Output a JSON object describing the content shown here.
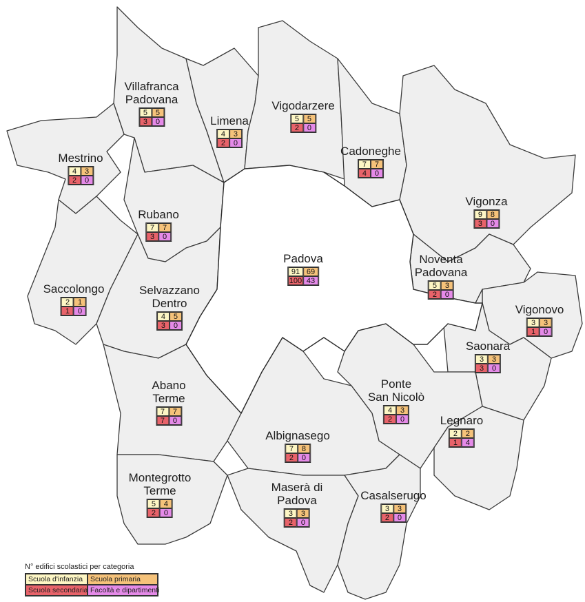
{
  "legend": {
    "title": "N° edifici scolastici per categoria",
    "categories": [
      {
        "key": "inf",
        "label": "Scuola d'infanzia",
        "color": "#fdf6c4"
      },
      {
        "key": "pri",
        "label": "Scuola primaria",
        "color": "#f5c27a"
      },
      {
        "key": "sec",
        "label": "Scuola secondaria",
        "color": "#e8636a"
      },
      {
        "key": "fac",
        "label": "Facoltà e dipartimenti",
        "color": "#e58ae8"
      }
    ]
  },
  "municipalities": [
    {
      "id": "villafranca",
      "name": [
        "Villafranca",
        "Padovana"
      ],
      "inf": "5",
      "pri": "5",
      "sec": "3",
      "fac": "0"
    },
    {
      "id": "limena",
      "name": [
        "Limena"
      ],
      "inf": "4",
      "pri": "3",
      "sec": "2",
      "fac": "0"
    },
    {
      "id": "vigodarzere",
      "name": [
        "Vigodarzere"
      ],
      "inf": "5",
      "pri": "5",
      "sec": "2",
      "fac": "0"
    },
    {
      "id": "cadoneghe",
      "name": [
        "Cadoneghe"
      ],
      "inf": "7",
      "pri": "7",
      "sec": "4",
      "fac": "0"
    },
    {
      "id": "mestrino",
      "name": [
        "Mestrino"
      ],
      "inf": "4",
      "pri": "3",
      "sec": "2",
      "fac": "0"
    },
    {
      "id": "vigonza",
      "name": [
        "Vigonza"
      ],
      "inf": "9",
      "pri": "8",
      "sec": "3",
      "fac": "0"
    },
    {
      "id": "rubano",
      "name": [
        "Rubano"
      ],
      "inf": "7",
      "pri": "7",
      "sec": "3",
      "fac": "0"
    },
    {
      "id": "noventa",
      "name": [
        "Noventa",
        "Padovana"
      ],
      "inf": "5",
      "pri": "3",
      "sec": "2",
      "fac": "0"
    },
    {
      "id": "padova",
      "name": [
        "Padova"
      ],
      "inf": "91",
      "pri": "69",
      "sec": "100",
      "fac": "43"
    },
    {
      "id": "saccolongo",
      "name": [
        "Saccolongo"
      ],
      "inf": "2",
      "pri": "1",
      "sec": "1",
      "fac": "0"
    },
    {
      "id": "selvazzano",
      "name": [
        "Selvazzano",
        "Dentro"
      ],
      "inf": "4",
      "pri": "5",
      "sec": "3",
      "fac": "0"
    },
    {
      "id": "vigonovo",
      "name": [
        "Vigonovo"
      ],
      "inf": "3",
      "pri": "3",
      "sec": "1",
      "fac": "0"
    },
    {
      "id": "saonara",
      "name": [
        "Saonara"
      ],
      "inf": "3",
      "pri": "3",
      "sec": "3",
      "fac": "0"
    },
    {
      "id": "abano",
      "name": [
        "Abano",
        "Terme"
      ],
      "inf": "7",
      "pri": "7",
      "sec": "7",
      "fac": "0"
    },
    {
      "id": "pontesannicolo",
      "name": [
        "Ponte",
        "San Nicolò"
      ],
      "inf": "4",
      "pri": "3",
      "sec": "2",
      "fac": "0"
    },
    {
      "id": "legnaro",
      "name": [
        "Legnaro"
      ],
      "inf": "2",
      "pri": "2",
      "sec": "1",
      "fac": "4"
    },
    {
      "id": "albignasego",
      "name": [
        "Albignasego"
      ],
      "inf": "7",
      "pri": "8",
      "sec": "2",
      "fac": "0"
    },
    {
      "id": "montegrotto",
      "name": [
        "Montegrotto",
        "Terme"
      ],
      "inf": "5",
      "pri": "4",
      "sec": "2",
      "fac": "0"
    },
    {
      "id": "masera",
      "name": [
        "Maserà di",
        "Padova"
      ],
      "inf": "3",
      "pri": "3",
      "sec": "2",
      "fac": "0"
    },
    {
      "id": "casalserugo",
      "name": [
        "Casalserugo"
      ],
      "inf": "3",
      "pri": "3",
      "sec": "2",
      "fac": "0"
    }
  ]
}
